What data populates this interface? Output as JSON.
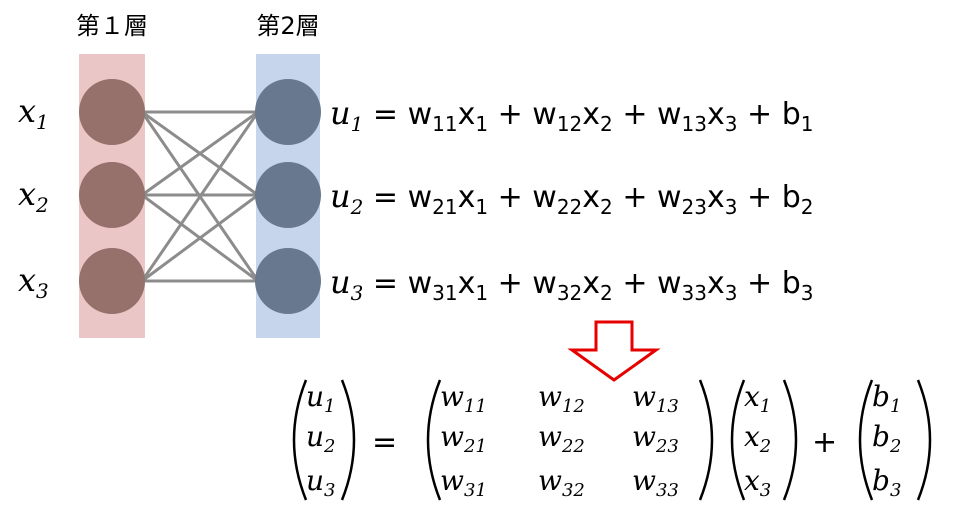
{
  "layers": [
    {
      "label": "第１層",
      "color": "#ebc6c6",
      "node_color": "#96706b"
    },
    {
      "label": "第2層",
      "color": "#c6d5ec",
      "node_color": "#68788e"
    }
  ],
  "inputs": [
    {
      "base": "x",
      "sub": "1"
    },
    {
      "base": "x",
      "sub": "2"
    },
    {
      "base": "x",
      "sub": "3"
    }
  ],
  "equations": [
    {
      "lhs": {
        "base": "u",
        "sub": "1"
      },
      "terms": [
        {
          "w": "w",
          "ws": "11",
          "x": "x",
          "xs": "1"
        },
        {
          "w": "w",
          "ws": "12",
          "x": "x",
          "xs": "2"
        },
        {
          "w": "w",
          "ws": "13",
          "x": "x",
          "xs": "3"
        }
      ],
      "bias": {
        "base": "b",
        "sub": "1"
      }
    },
    {
      "lhs": {
        "base": "u",
        "sub": "2"
      },
      "terms": [
        {
          "w": "w",
          "ws": "21",
          "x": "x",
          "xs": "1"
        },
        {
          "w": "w",
          "ws": "22",
          "x": "x",
          "xs": "2"
        },
        {
          "w": "w",
          "ws": "23",
          "x": "x",
          "xs": "3"
        }
      ],
      "bias": {
        "base": "b",
        "sub": "2"
      }
    },
    {
      "lhs": {
        "base": "u",
        "sub": "3"
      },
      "terms": [
        {
          "w": "w",
          "ws": "31",
          "x": "x",
          "xs": "1"
        },
        {
          "w": "w",
          "ws": "32",
          "x": "x",
          "xs": "2"
        },
        {
          "w": "w",
          "ws": "33",
          "x": "x",
          "xs": "3"
        }
      ],
      "bias": {
        "base": "b",
        "sub": "3"
      }
    }
  ],
  "symbols": {
    "equals": "=",
    "plus": "+",
    "lparen": "(",
    "rparen": ")"
  },
  "matrix": {
    "u": [
      {
        "base": "u",
        "sub": "1"
      },
      {
        "base": "u",
        "sub": "2"
      },
      {
        "base": "u",
        "sub": "3"
      }
    ],
    "w": [
      [
        {
          "base": "w",
          "sub": "11"
        },
        {
          "base": "w",
          "sub": "12"
        },
        {
          "base": "w",
          "sub": "13"
        }
      ],
      [
        {
          "base": "w",
          "sub": "21"
        },
        {
          "base": "w",
          "sub": "22"
        },
        {
          "base": "w",
          "sub": "23"
        }
      ],
      [
        {
          "base": "w",
          "sub": "31"
        },
        {
          "base": "w",
          "sub": "32"
        },
        {
          "base": "w",
          "sub": "33"
        }
      ]
    ],
    "x": [
      {
        "base": "x",
        "sub": "1"
      },
      {
        "base": "x",
        "sub": "2"
      },
      {
        "base": "x",
        "sub": "3"
      }
    ],
    "b": [
      {
        "base": "b",
        "sub": "1"
      },
      {
        "base": "b",
        "sub": "2"
      },
      {
        "base": "b",
        "sub": "3"
      }
    ]
  },
  "colors": {
    "edge": "#8c8c8c",
    "arrow": "#e60000"
  }
}
